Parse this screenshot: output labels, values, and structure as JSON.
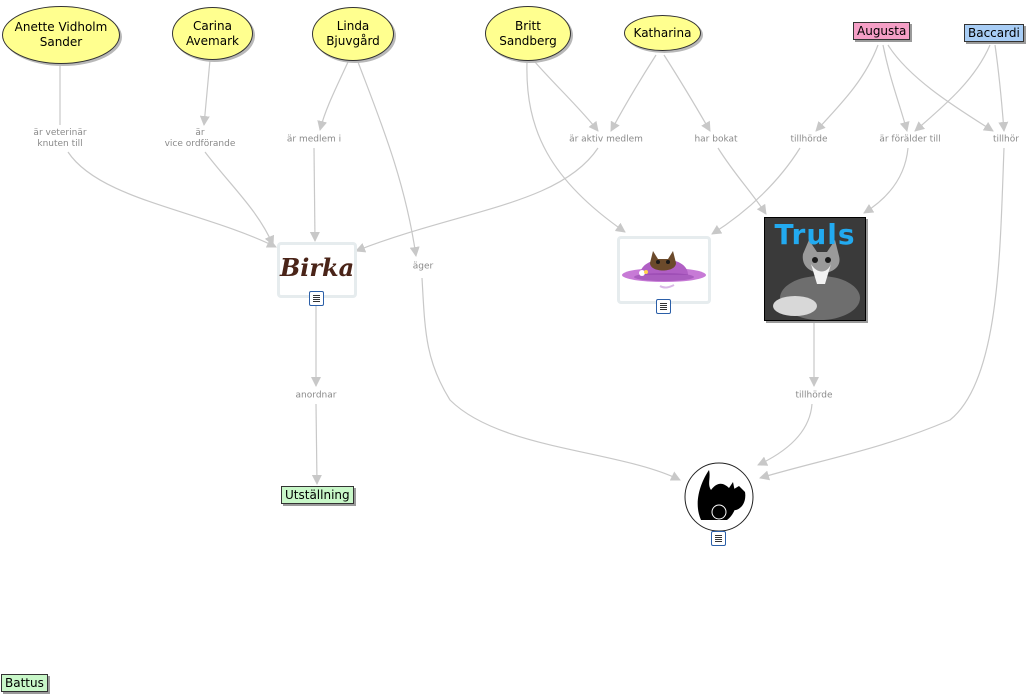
{
  "nodes": {
    "anette": "Anette Vidholm\nSander",
    "carina": "Carina\nAvemark",
    "linda": "Linda\nBjuvgård",
    "britt": "Britt\nSandberg",
    "katharina": "Katharina",
    "augusta": "Augusta",
    "baccardi": "Baccardi",
    "utstallning": "Utställning",
    "battus": "Battus",
    "birka_logo": "Birka",
    "truls_title": "Truls"
  },
  "links": {
    "veterinar": "är veterinär\nknuten till",
    "vice": "är\nvice ordförande",
    "medlem": "är medlem i",
    "ager": "äger",
    "aktiv": "är aktiv medlem",
    "bokat": "har bokat",
    "tillhorde1": "tillhörde",
    "foralder": "är förälder till",
    "tillhor": "tillhör",
    "anordnar": "anordnar",
    "tillhorde2": "tillhörde"
  },
  "colors": {
    "oval": "#ffff8f",
    "pink": "#f59fc6",
    "blue": "#a8cdf5",
    "green": "#c8f7c8",
    "edge": "#c8c8c8"
  }
}
